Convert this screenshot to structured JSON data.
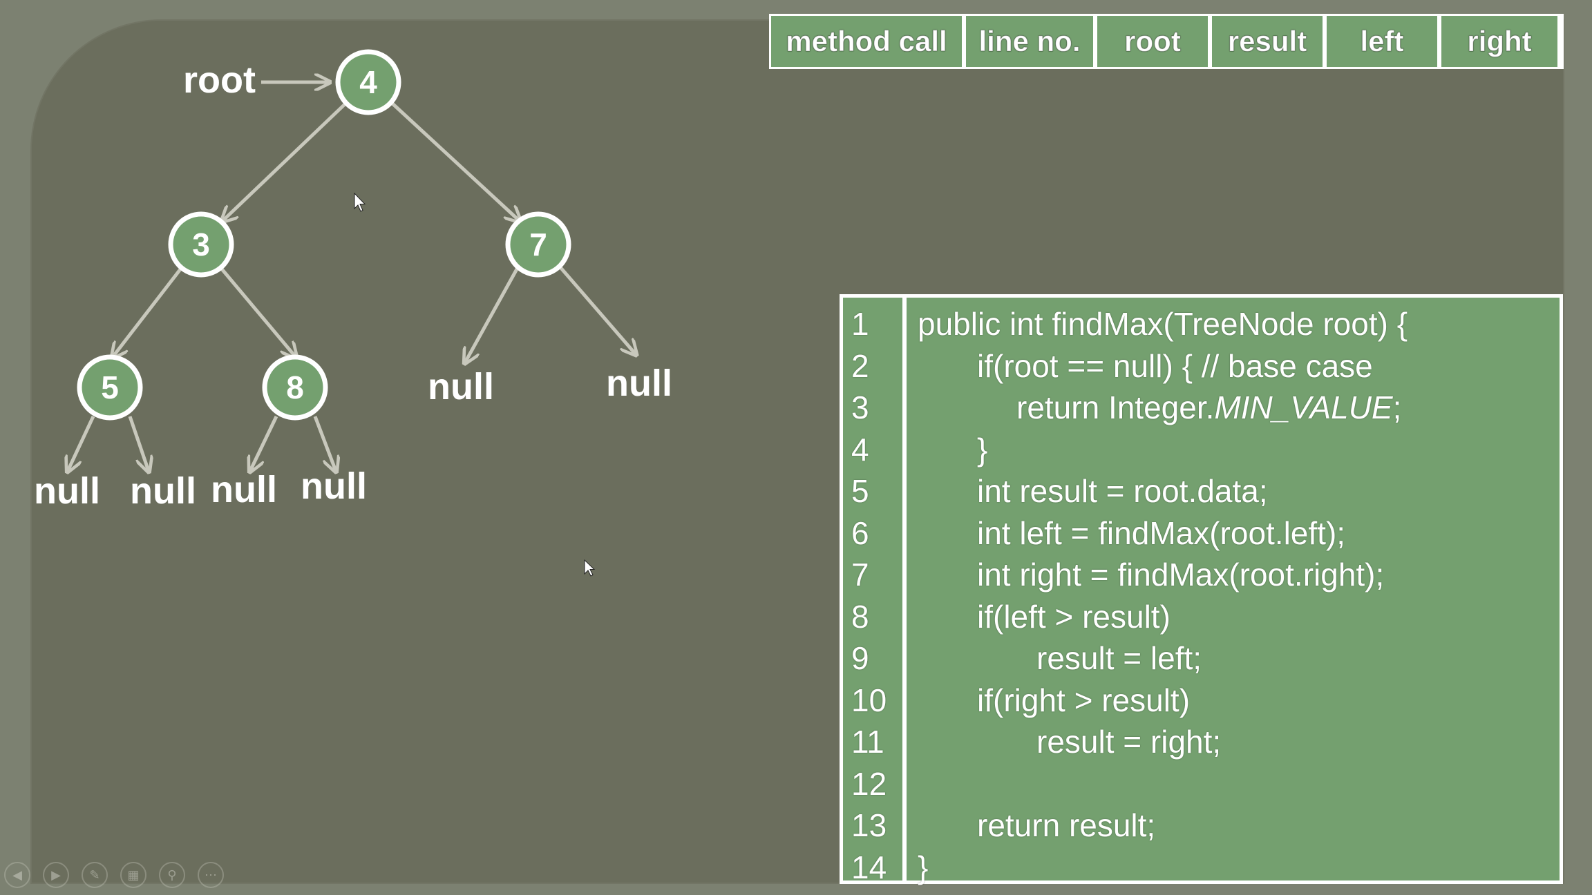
{
  "tree": {
    "root_pointer_label": "root",
    "nodes": [
      {
        "id": "n4",
        "value": "4"
      },
      {
        "id": "n3",
        "value": "3"
      },
      {
        "id": "n7",
        "value": "7"
      },
      {
        "id": "n5",
        "value": "5"
      },
      {
        "id": "n8",
        "value": "8"
      }
    ],
    "null_label": "null"
  },
  "trace_table": {
    "headers": [
      "method call",
      "line no.",
      "root",
      "result",
      "left",
      "right"
    ]
  },
  "code": {
    "lines": [
      {
        "no": "1",
        "text": "public int findMax(TreeNode root) {"
      },
      {
        "no": "2",
        "text": "if(root == null) { // base case"
      },
      {
        "no": "3",
        "text_pre": "return Integer.",
        "text_italic": "MIN_VALUE",
        "text_post": ";"
      },
      {
        "no": "4",
        "text": "}"
      },
      {
        "no": "5",
        "text": "int result = root.data;"
      },
      {
        "no": "6",
        "text": "int left = findMax(root.left);"
      },
      {
        "no": "7",
        "text": "int right = findMax(root.right);"
      },
      {
        "no": "8",
        "text": "if(left > result)"
      },
      {
        "no": "9",
        "text": "result = left;"
      },
      {
        "no": "10",
        "text": "if(right > result)"
      },
      {
        "no": "11",
        "text": "result = right;"
      },
      {
        "no": "12",
        "text": ""
      },
      {
        "no": "13",
        "text": "return result;"
      },
      {
        "no": "14",
        "text": "}"
      }
    ]
  },
  "toolbar": {
    "icons": [
      "previous-icon",
      "next-icon",
      "pen-icon",
      "slides-grid-icon",
      "zoom-icon",
      "more-icon"
    ],
    "glyphs": [
      "◀",
      "▶",
      "✎",
      "▦",
      "⚲",
      "⋯"
    ]
  },
  "colors": {
    "node_fill": "#74a06f",
    "panel_green": "#74a06f",
    "background": "#6b6e5d",
    "edge": "#c8c8bc"
  }
}
